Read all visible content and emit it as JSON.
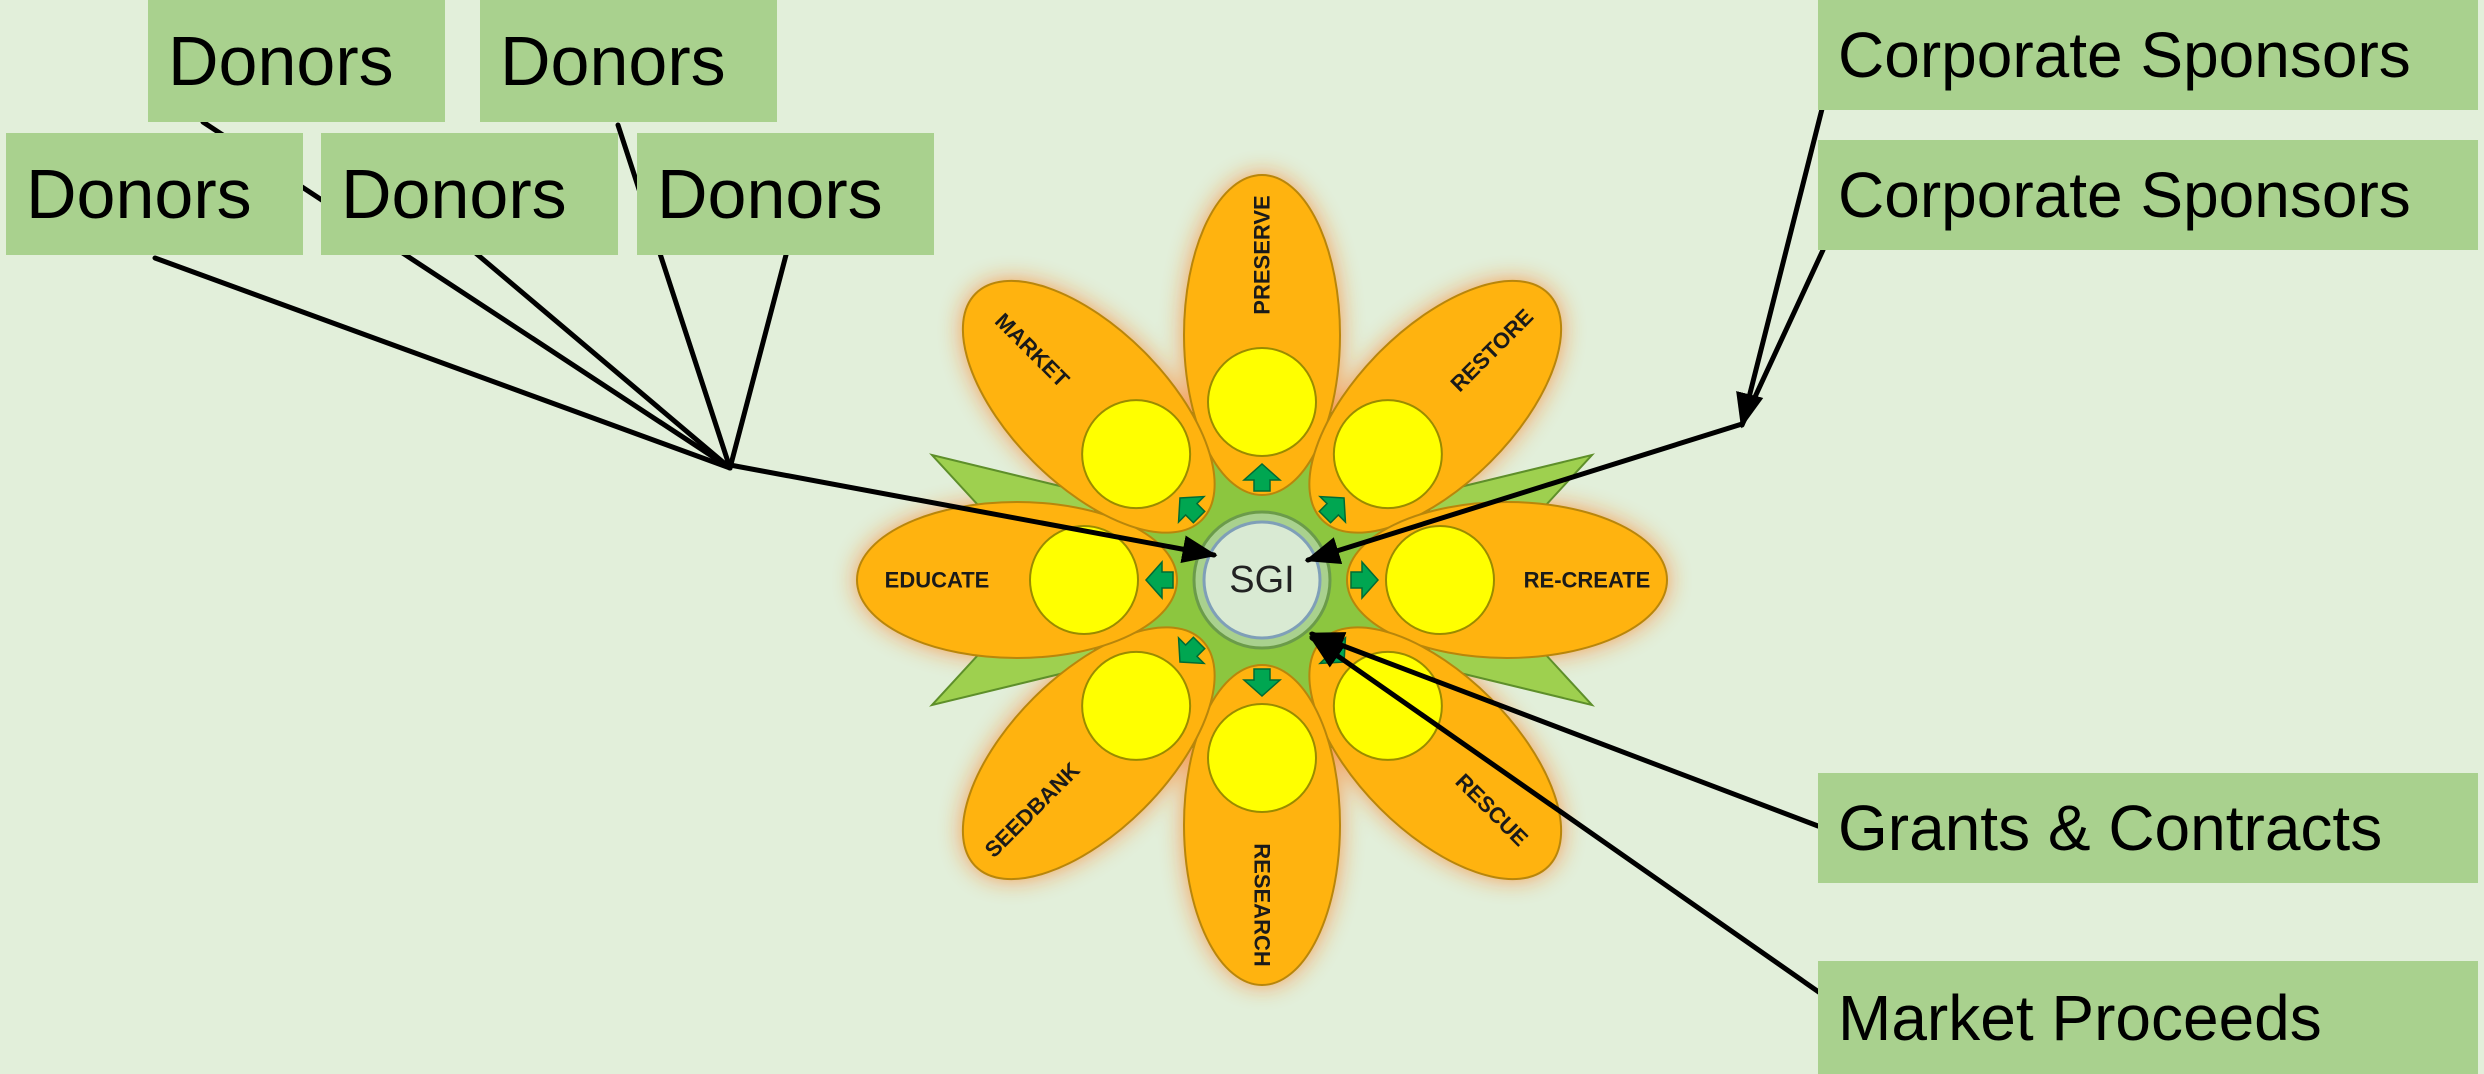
{
  "center": {
    "label": "SGI"
  },
  "petals": [
    "PRESERVE",
    "RESTORE",
    "RE-CREATE",
    "RESCUE",
    "RESEARCH",
    "SEEDBANK",
    "EDUCATE",
    "MARKET"
  ],
  "donors": [
    "Donors",
    "Donors",
    "Donors",
    "Donors",
    "Donors"
  ],
  "funders": {
    "corporate_1": "Corporate Sponsors",
    "corporate_2": "Corporate Sponsors",
    "grants": "Grants & Contracts",
    "market": "Market Proceeds"
  },
  "colors": {
    "background": "#e2efda",
    "box": "#a9d18e",
    "leaf": "#8cc63f",
    "petal": "#ffb30f",
    "bud": "#ffff00",
    "arrow": "#00a651",
    "center": "#d9ead3"
  }
}
